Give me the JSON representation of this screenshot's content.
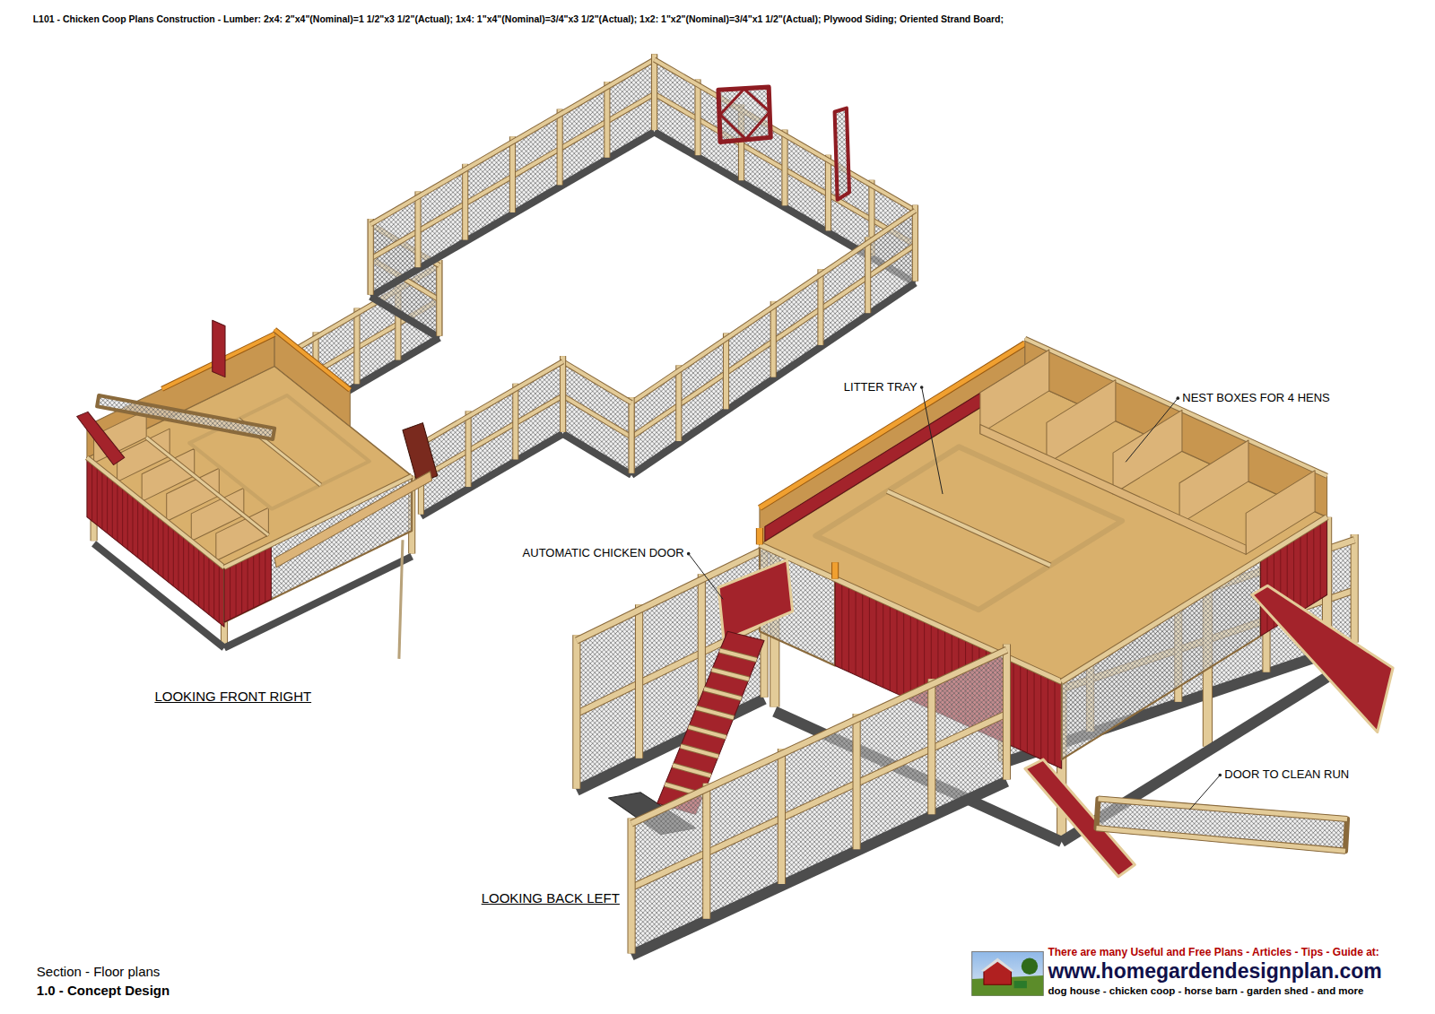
{
  "diagram": {
    "title": "L101 - Chicken Coop Plans Construction - Lumber: 2x4: 2\"x4\"(Nominal)=1 1/2\"x3 1/2\"(Actual); 1x4: 1\"x4\"(Nominal)=3/4\"x3 1/2\"(Actual); 1x2: 1\"x2\"(Nominal)=3/4\"x1 1/2\"(Actual); Plywood Siding; Oriented Strand Board;",
    "labels": [
      "LITTER TRAY",
      "NEST BOXES FOR 4 HENS",
      "AUTOMATIC CHICKEN DOOR",
      "DOOR TO CLEAN RUN",
      "LOOKING FRONT RIGHT",
      "LOOKING BACK LEFT",
      "Section - Floor plans",
      "1.0 - Concept Design",
      "There are many Useful and Free Plans - Articles - Tips - Guide at:",
      "www.homegardendesignplan.com",
      "dog house - chicken coop - horse barn - garden shed - and more"
    ]
  }
}
